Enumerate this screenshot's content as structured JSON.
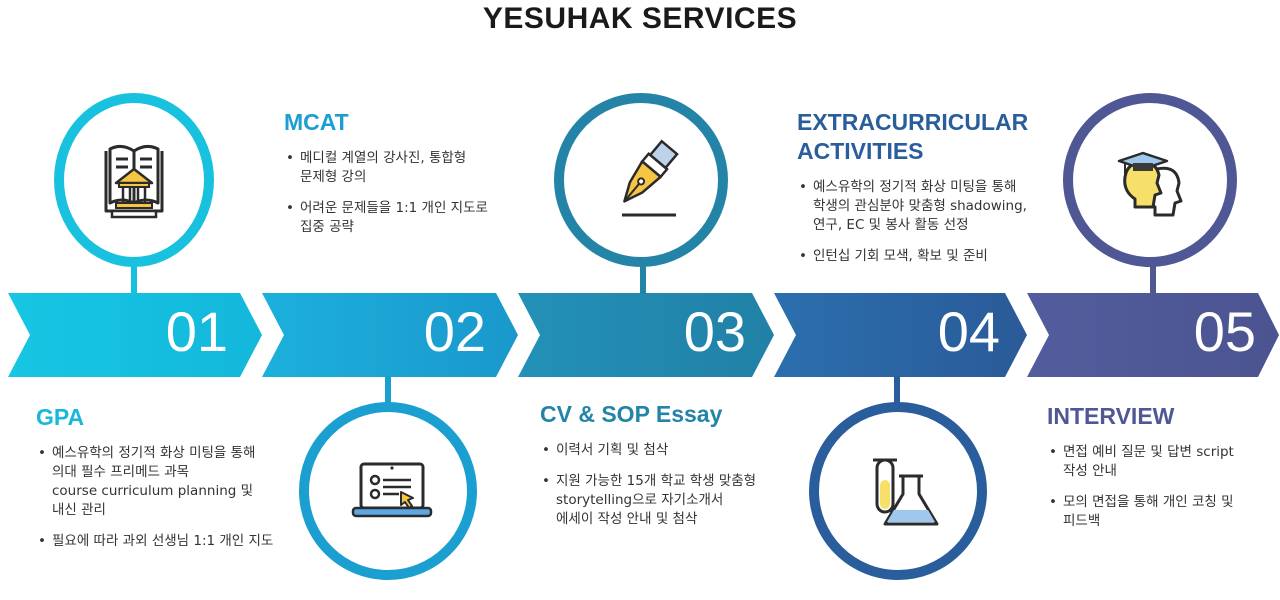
{
  "title": "YESUHAK SERVICES",
  "colors": {
    "s1": "#18c0df",
    "s2": "#1a9fd0",
    "s3": "#2384a8",
    "s4": "#2a5d9c",
    "s5": "#4f5794"
  },
  "steps": [
    {
      "number": "01",
      "heading": "GPA",
      "icon": "courthouse-book-icon",
      "items": [
        "예스유학의 정기적 화상 미팅을 통해\n의대 필수 프리메드 과목\ncourse curriculum planning 및\n내신 관리",
        "필요에 따라 과외 선생님 1:1 개인 지도"
      ]
    },
    {
      "number": "02",
      "heading": "MCAT",
      "icon": "laptop-checklist-icon",
      "items": [
        "메디컬 계열의 강사진, 통합형\n문제형 강의",
        "어려운 문제들을 1:1 개인 지도로\n집중 공략"
      ]
    },
    {
      "number": "03",
      "heading": "CV & SOP Essay",
      "icon": "fountain-pen-icon",
      "items": [
        "이력서 기획 및 첨삭",
        "지원 가능한 15개 학교 학생 맞춤형\nstorytelling으로 자기소개서\n에세이 작성 안내 및 첨삭"
      ]
    },
    {
      "number": "04",
      "heading": "EXTRACURRICULAR\nACTIVITIES",
      "icon": "lab-flasks-icon",
      "items": [
        "예스유학의 정기적 화상 미팅을 통해\n학생의 관심분야 맞춤형 shadowing,\n연구, EC 및 봉사 활동 선정",
        "인턴십 기회 모색, 확보 및 준비"
      ]
    },
    {
      "number": "05",
      "heading": "INTERVIEW",
      "icon": "graduate-heads-icon",
      "items": [
        "면접 예비 질문 및 답변 script\n작성 안내",
        "모의 면접을 통해 개인 코칭 및\n피드백"
      ]
    }
  ]
}
